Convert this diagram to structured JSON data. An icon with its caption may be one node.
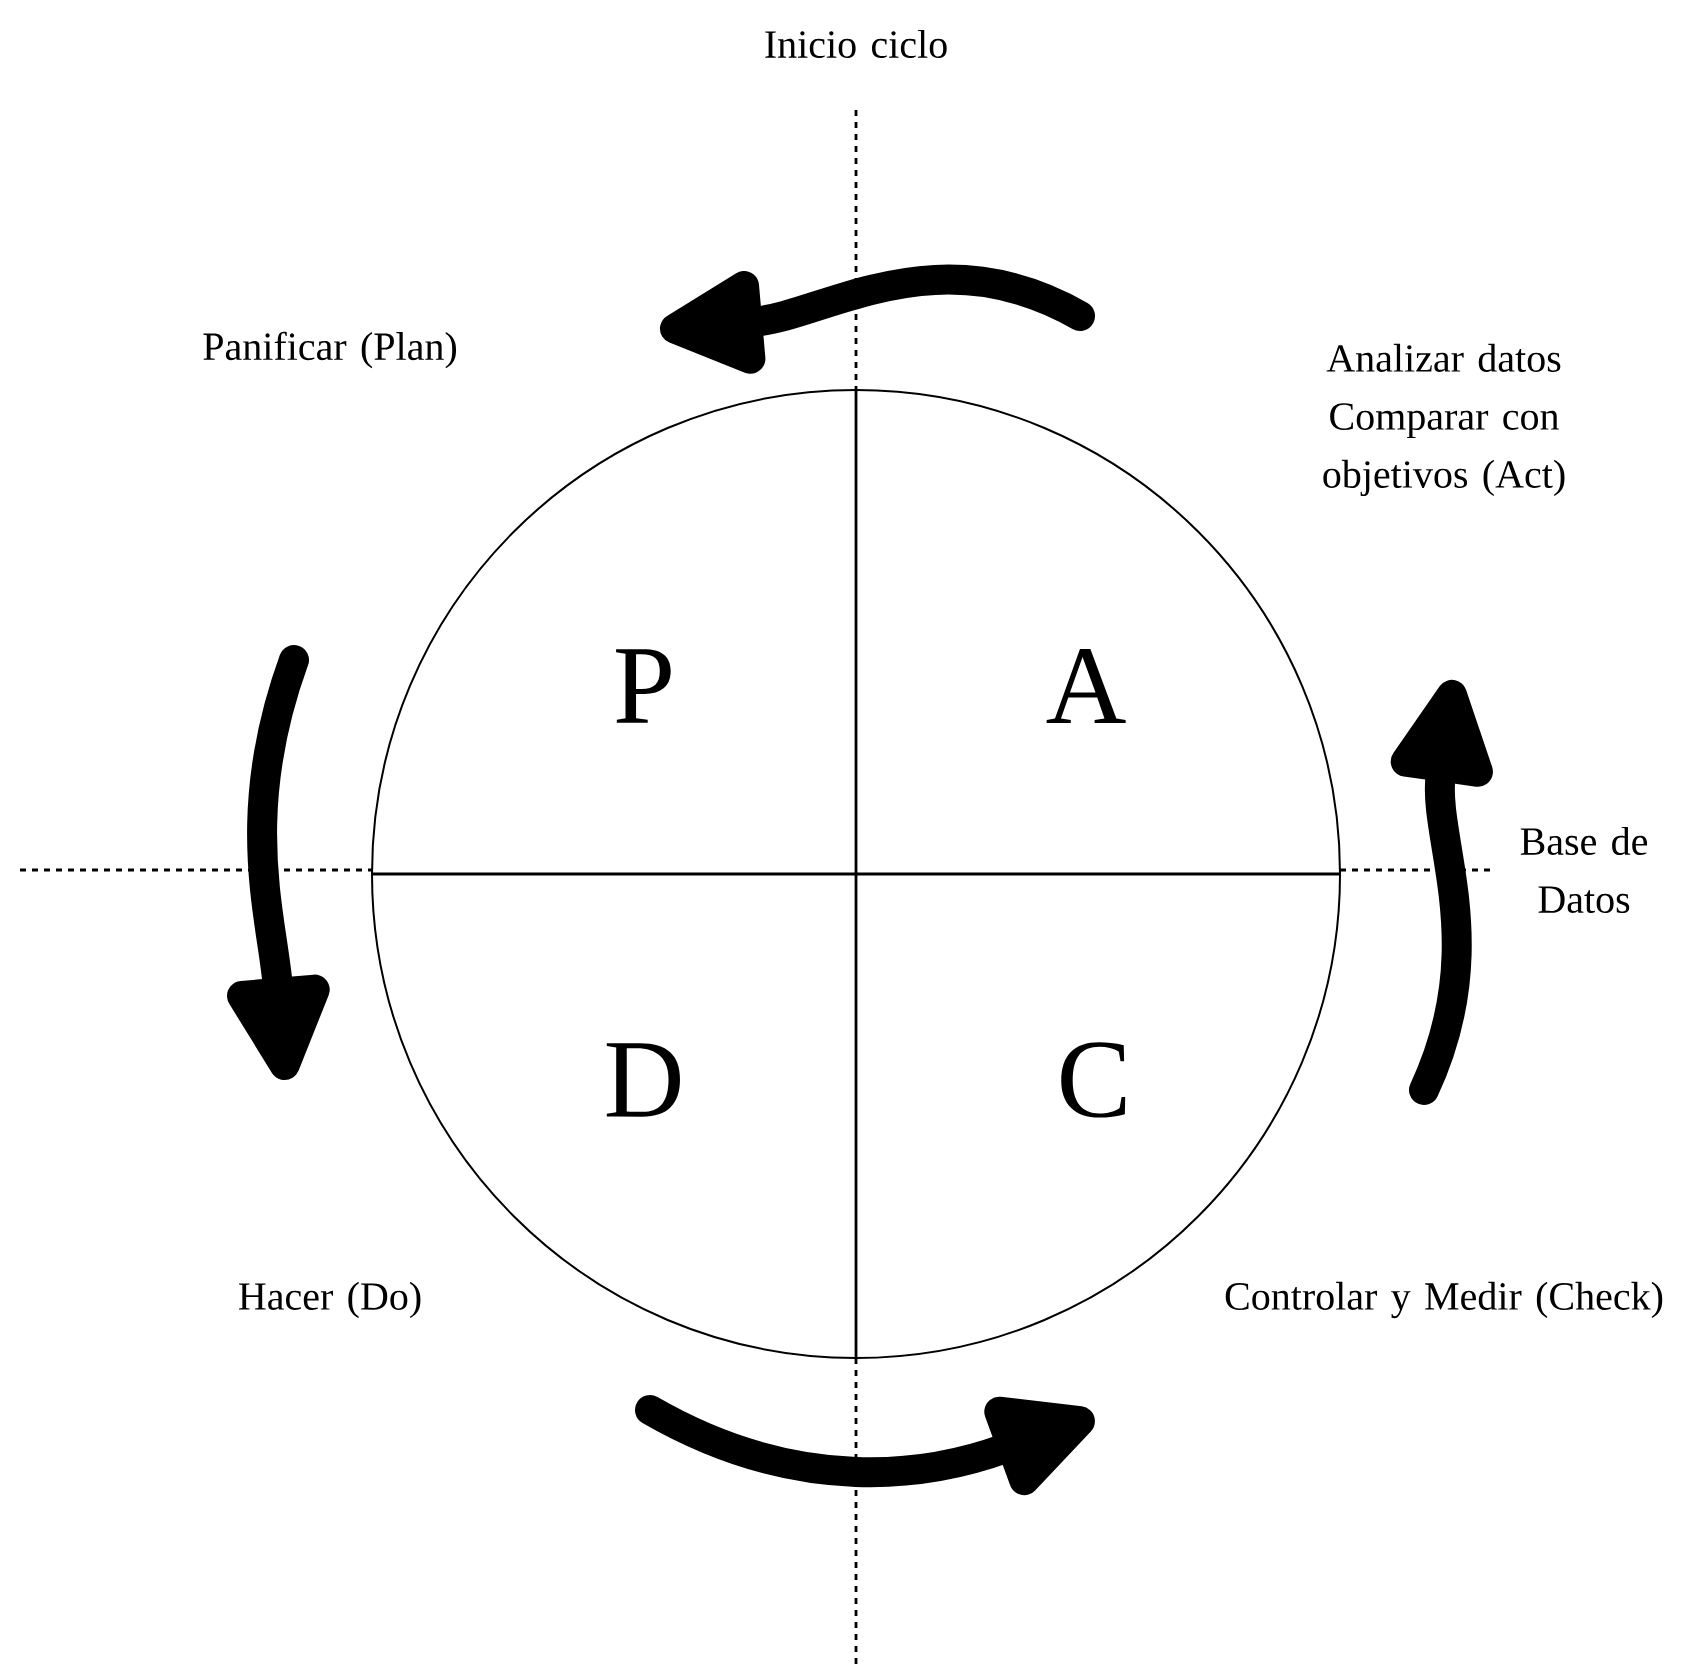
{
  "diagram": {
    "nodes": [
      {
        "text": [
          "P",
          "A",
          "D",
          "C"
        ]
      }
    ],
    "labels": [
      "Inicio ciclo",
      "Panificar (Plan)",
      "Analizar datos Comparar con objetivos (Act)",
      "Base de Datos",
      "Hacer (Do)",
      "Controlar y Medir (Check)"
    ]
  }
}
